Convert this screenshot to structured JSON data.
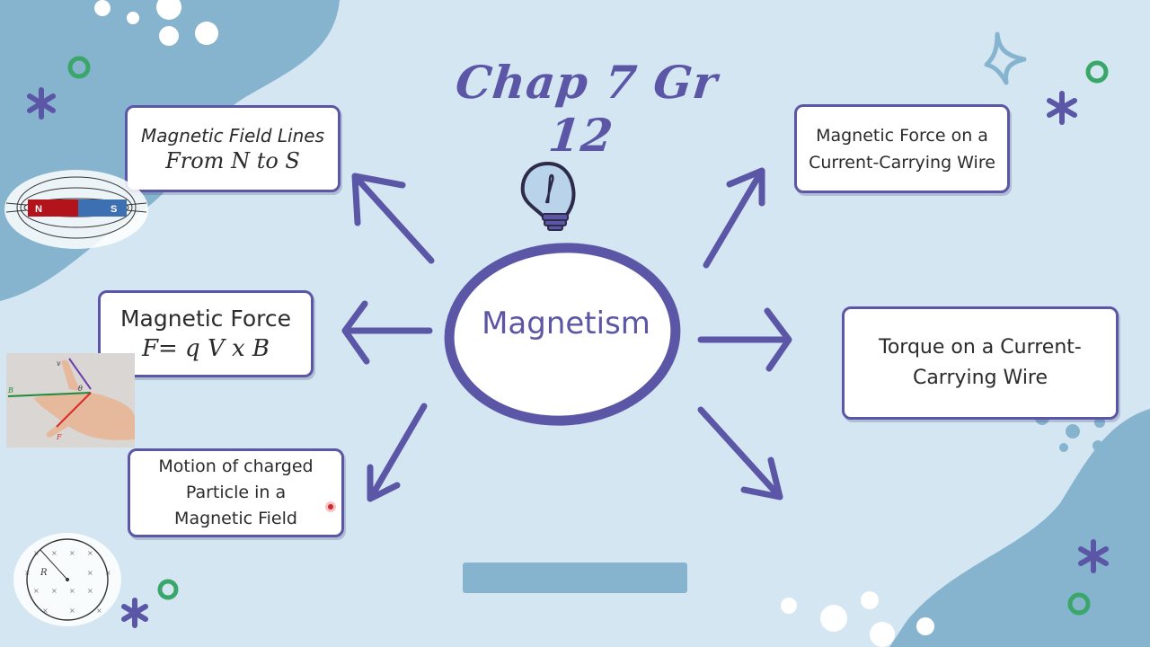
{
  "title": "Chap 7 Gr 12",
  "center": {
    "label": "Magnetism"
  },
  "nodes": {
    "field_lines": {
      "line1": "Magnetic Field Lines",
      "line2": "From N to S"
    },
    "force_formula": {
      "line1": "Magnetic Force",
      "line2": "F= q V x B"
    },
    "charged_particle": {
      "line1": "Motion of charged",
      "line2": "Particle in a",
      "line3": "Magnetic Field"
    },
    "force_wire": {
      "line1": "Magnetic Force on a",
      "line2": "Current-Carrying Wire"
    },
    "torque_wire": {
      "line1": "Torque on a Current-",
      "line2": "Carrying Wire"
    }
  },
  "images": {
    "bar_magnet": {
      "north": "N",
      "south": "S"
    },
    "hand_rule": {
      "v": "v",
      "b": "B",
      "f": "F",
      "theta": "θ"
    },
    "circular_motion": {
      "radius": "R"
    }
  },
  "colors": {
    "accent": "#5b56a6",
    "background": "#d3e6f2",
    "blob": "#86b4cf",
    "green": "#3aa66a"
  }
}
